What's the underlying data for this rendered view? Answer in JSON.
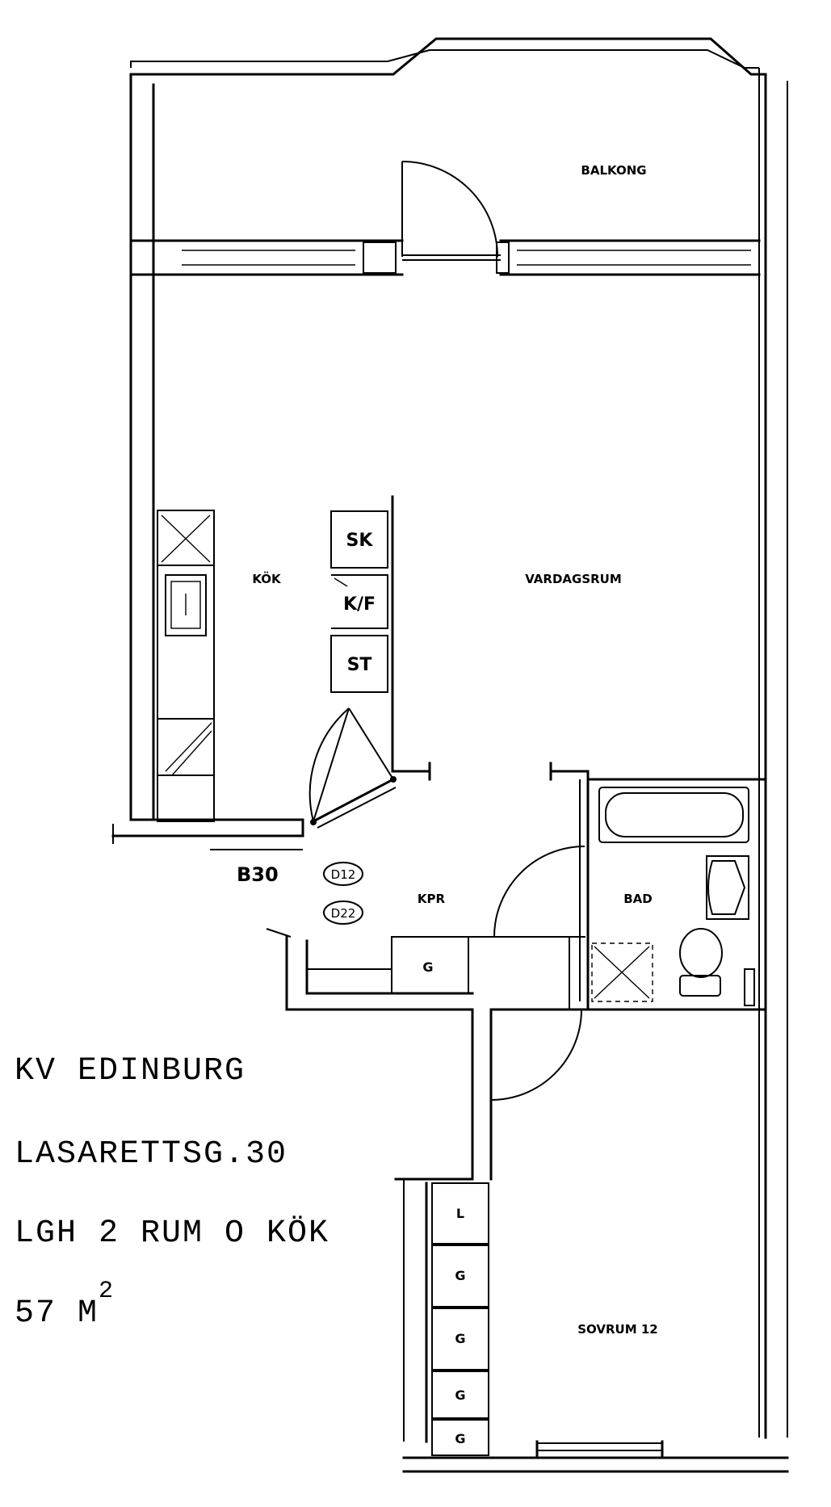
{
  "rooms": {
    "balcony": "BALKONG",
    "kitchen": "KÖK",
    "living_room": "VARDAGSRUM",
    "hall": "KPR",
    "bathroom": "BAD",
    "bedroom": "SOVRUM 12"
  },
  "fixtures": {
    "sink": "SK",
    "fridge_freezer": "K/F",
    "stove": "ST",
    "wardrobe_hall": "G",
    "linen_closet": "L",
    "wardrobe_1": "G",
    "wardrobe_2": "G",
    "wardrobe_3": "G",
    "wardrobe_4": "G"
  },
  "markers": {
    "b30": "B30",
    "d12": "D12",
    "d22": "D22"
  },
  "info": {
    "line1": "KV EDINBURG",
    "line2": "LASARETTSG.30",
    "line3": "LGH 2 RUM O KÖK",
    "area_value": "57 M",
    "area_exponent": "2"
  }
}
